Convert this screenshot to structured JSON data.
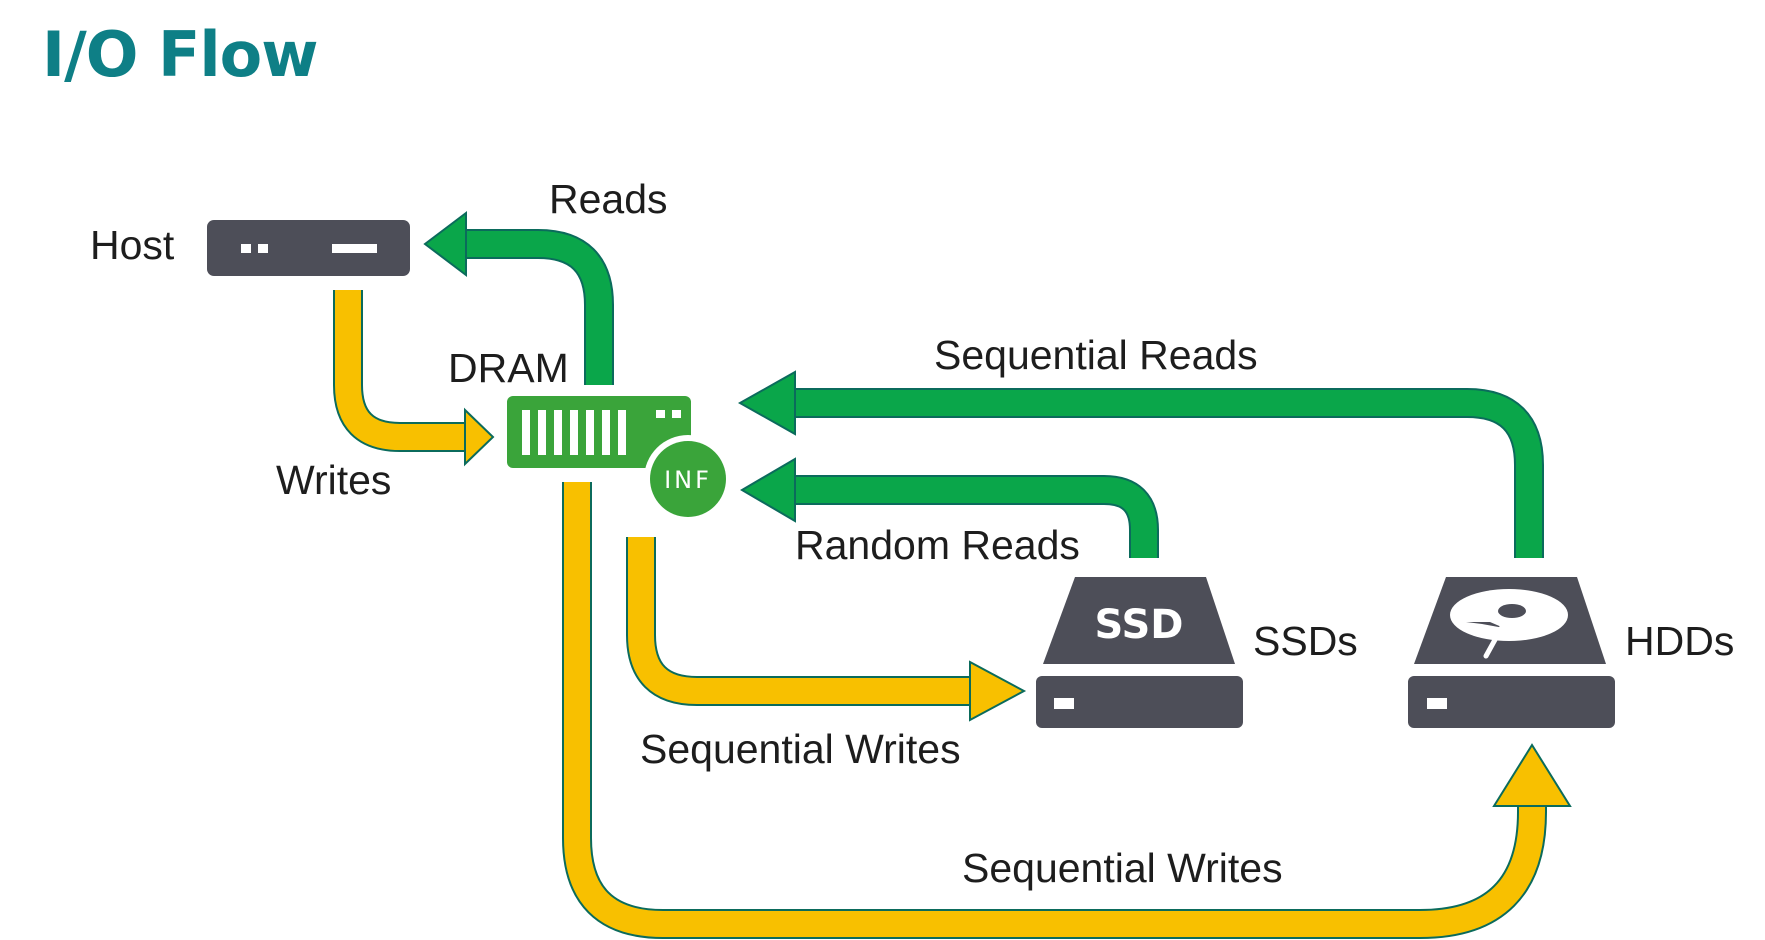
{
  "title": "I/O Flow",
  "labels": {
    "host": "Host",
    "dram": "DRAM",
    "reads": "Reads",
    "writes": "Writes",
    "sequential_reads": "Sequential Reads",
    "random_reads": "Random Reads",
    "sequential_writes_ssd": "Sequential Writes",
    "sequential_writes_hdd": "Sequential Writes",
    "ssds": "SSDs",
    "hdds": "HDDs"
  },
  "badges": {
    "inf": "INF",
    "ssd": "SSD"
  },
  "colors": {
    "title": "#0e7f86",
    "read_arrow": "#0aa64a",
    "write_arrow": "#f8c000",
    "device": "#4d4e58",
    "dram": "#3aa43a"
  }
}
